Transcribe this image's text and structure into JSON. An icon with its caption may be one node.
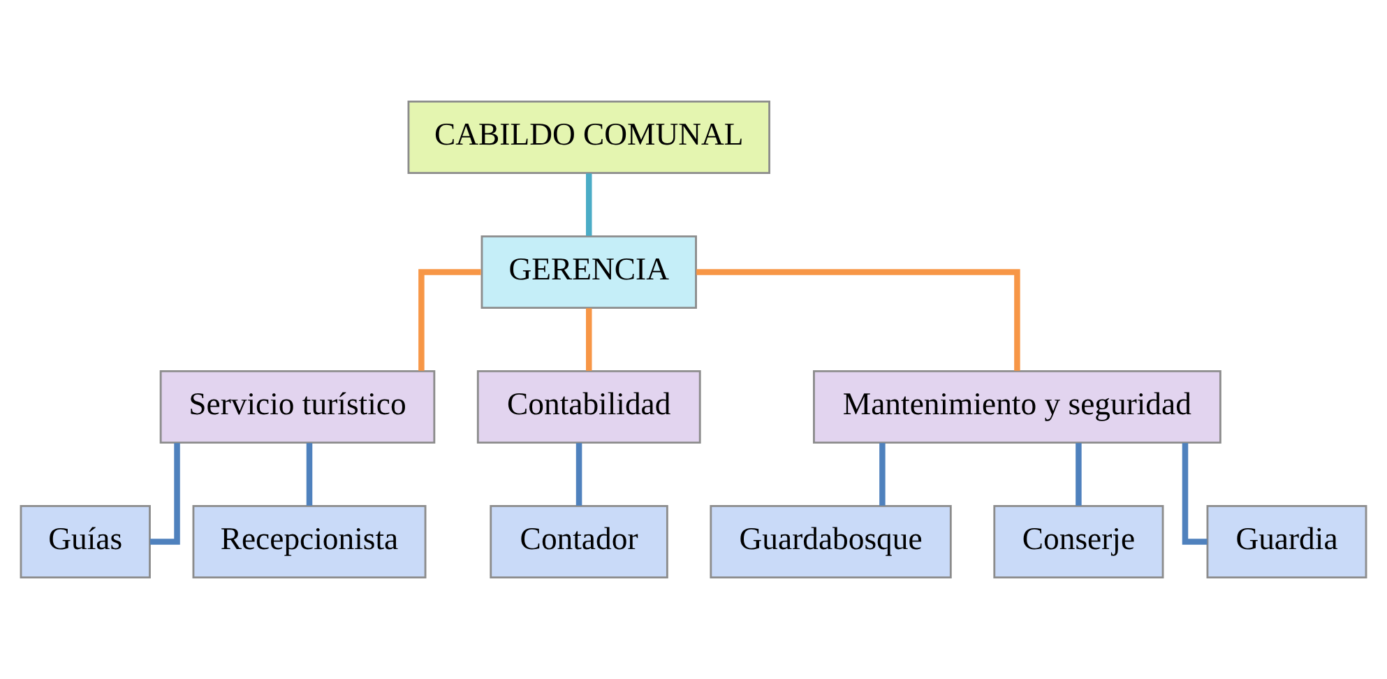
{
  "diagram": {
    "nodes": [
      {
        "text": [
          "CABILDO COMUNAL"
        ]
      },
      {
        "text": [
          "GERENCIA"
        ]
      },
      {
        "text": [
          "Servicio turístico"
        ]
      },
      {
        "text": [
          "Contabilidad"
        ]
      },
      {
        "text": [
          "Mantenimiento y seguridad"
        ]
      },
      {
        "text": [
          "Guías"
        ]
      },
      {
        "text": [
          "Recepcionista"
        ]
      },
      {
        "text": [
          "Contador"
        ]
      },
      {
        "text": [
          "Guardabosque"
        ]
      },
      {
        "text": [
          "Conserje"
        ]
      },
      {
        "text": [
          "Guardia"
        ]
      }
    ],
    "edges": [
      {
        "from": 0,
        "to": 1,
        "arrow": "none",
        "color": "#4bacc6"
      },
      {
        "from": 1,
        "to": 2,
        "arrow": "none",
        "color": "#f79646"
      },
      {
        "from": 1,
        "to": 3,
        "arrow": "none",
        "color": "#f79646"
      },
      {
        "from": 1,
        "to": 4,
        "arrow": "none",
        "color": "#f79646"
      },
      {
        "from": 2,
        "to": 5,
        "arrow": "none"
      },
      {
        "from": 2,
        "to": 6,
        "arrow": "none"
      },
      {
        "from": 3,
        "to": 7,
        "arrow": "none"
      },
      {
        "from": 4,
        "to": 8,
        "arrow": "none"
      },
      {
        "from": 4,
        "to": 9,
        "arrow": "none"
      },
      {
        "from": 4,
        "to": 10,
        "arrow": "none"
      }
    ]
  }
}
